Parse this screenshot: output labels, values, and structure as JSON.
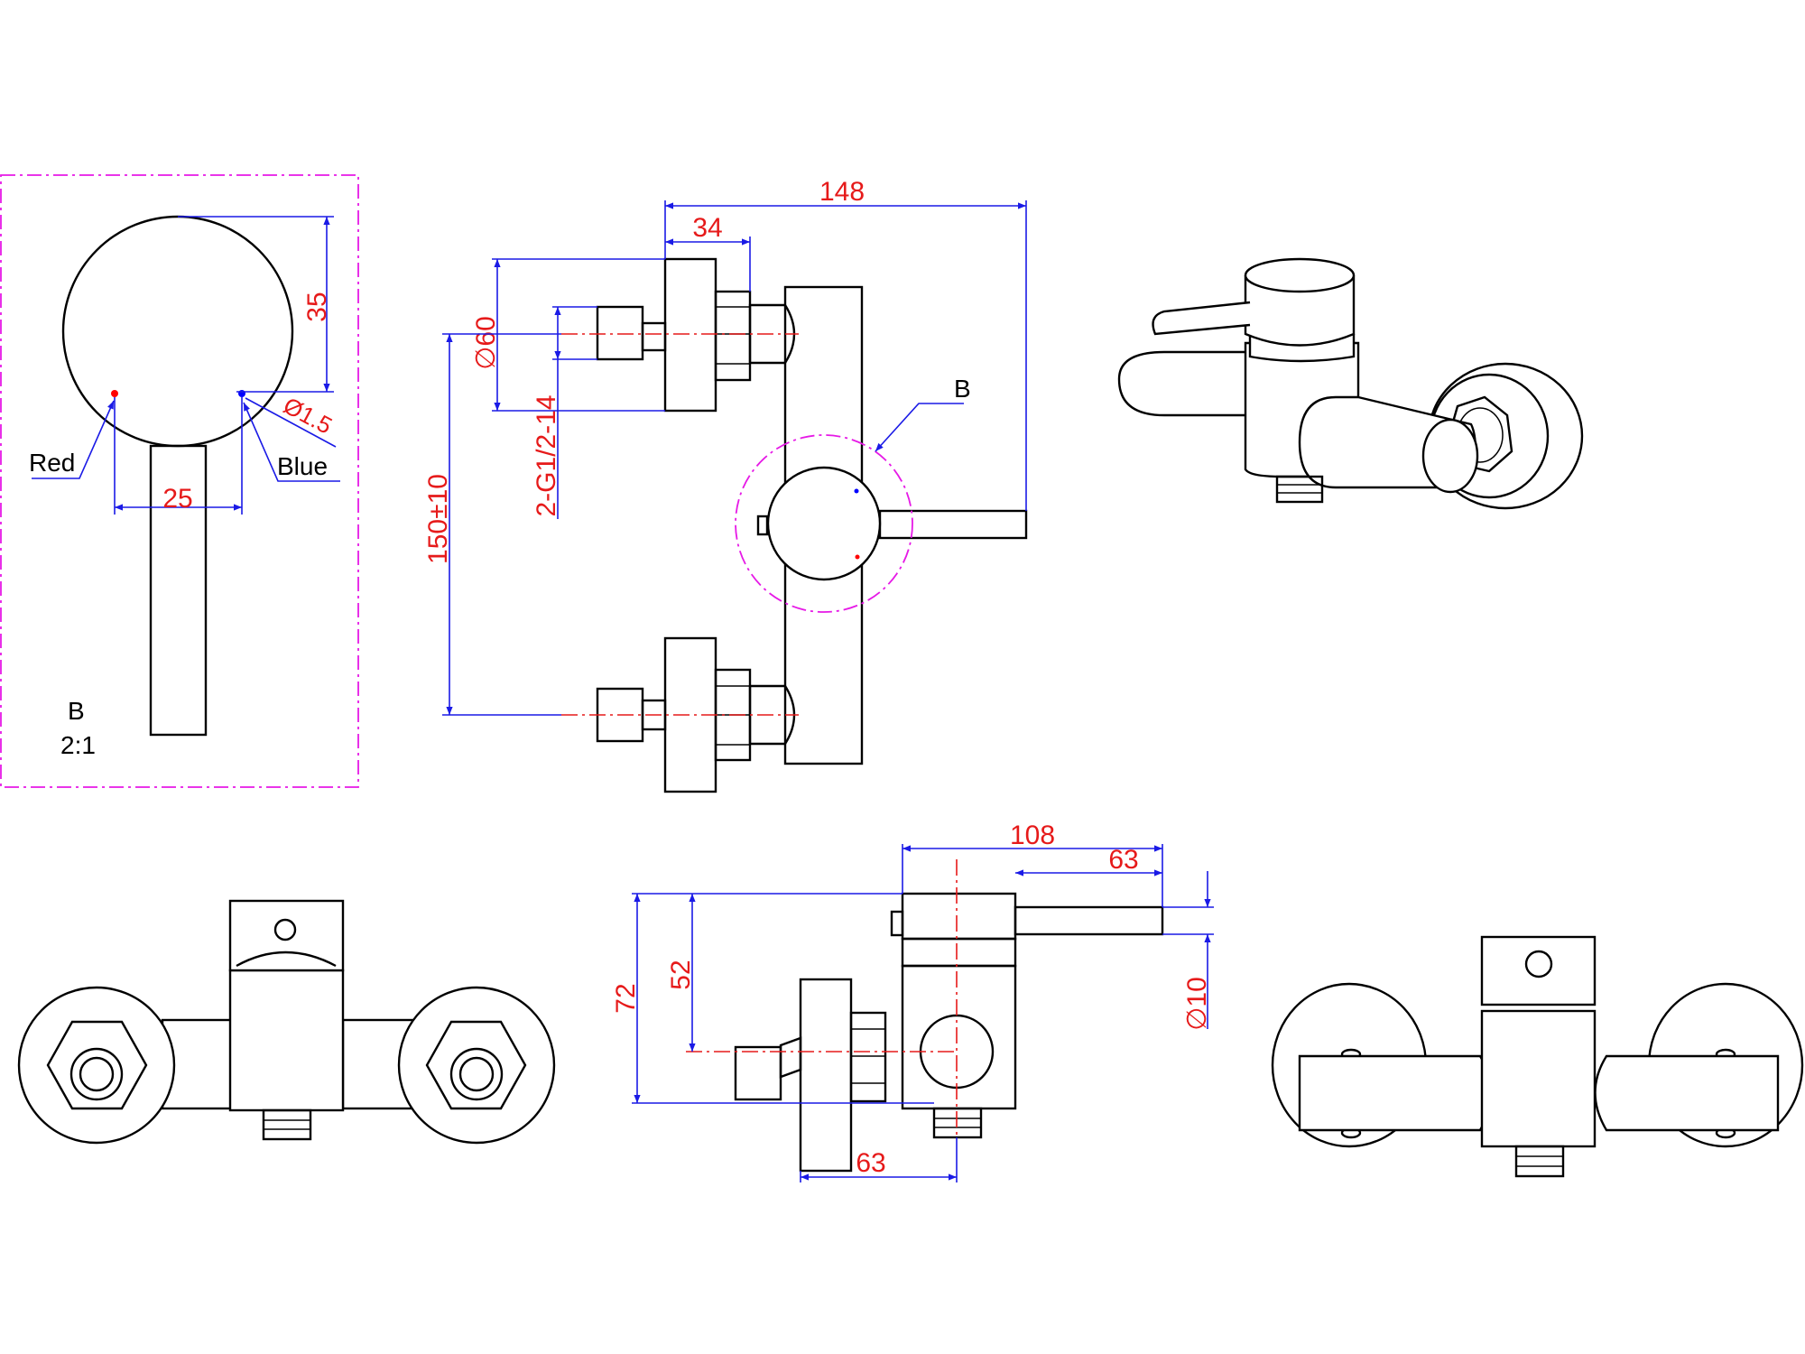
{
  "detail": {
    "label_red": "Red",
    "label_blue": "Blue",
    "dim_35": "35",
    "dim_25": "25",
    "dim_hole": "Ø1.5",
    "view_label": "B",
    "scale": "2:1"
  },
  "front_view": {
    "dim_148": "148",
    "dim_34": "34",
    "dim_dia60": "∅60",
    "dim_thread": "2-G1/2-14",
    "dim_spacing": "150±10",
    "callout_b": "B"
  },
  "side_view": {
    "dim_108": "108",
    "dim_63_top": "63",
    "dim_72": "72",
    "dim_52": "52",
    "dim_dia10": "∅10",
    "dim_63_bottom": "63"
  },
  "colors": {
    "outline": "#000000",
    "dimension_line": "#1a1ae6",
    "dimension_text": "#e61a1a",
    "detail_border": "#e619e6",
    "red_marker": "#ff0000",
    "blue_marker": "#0000ff"
  }
}
